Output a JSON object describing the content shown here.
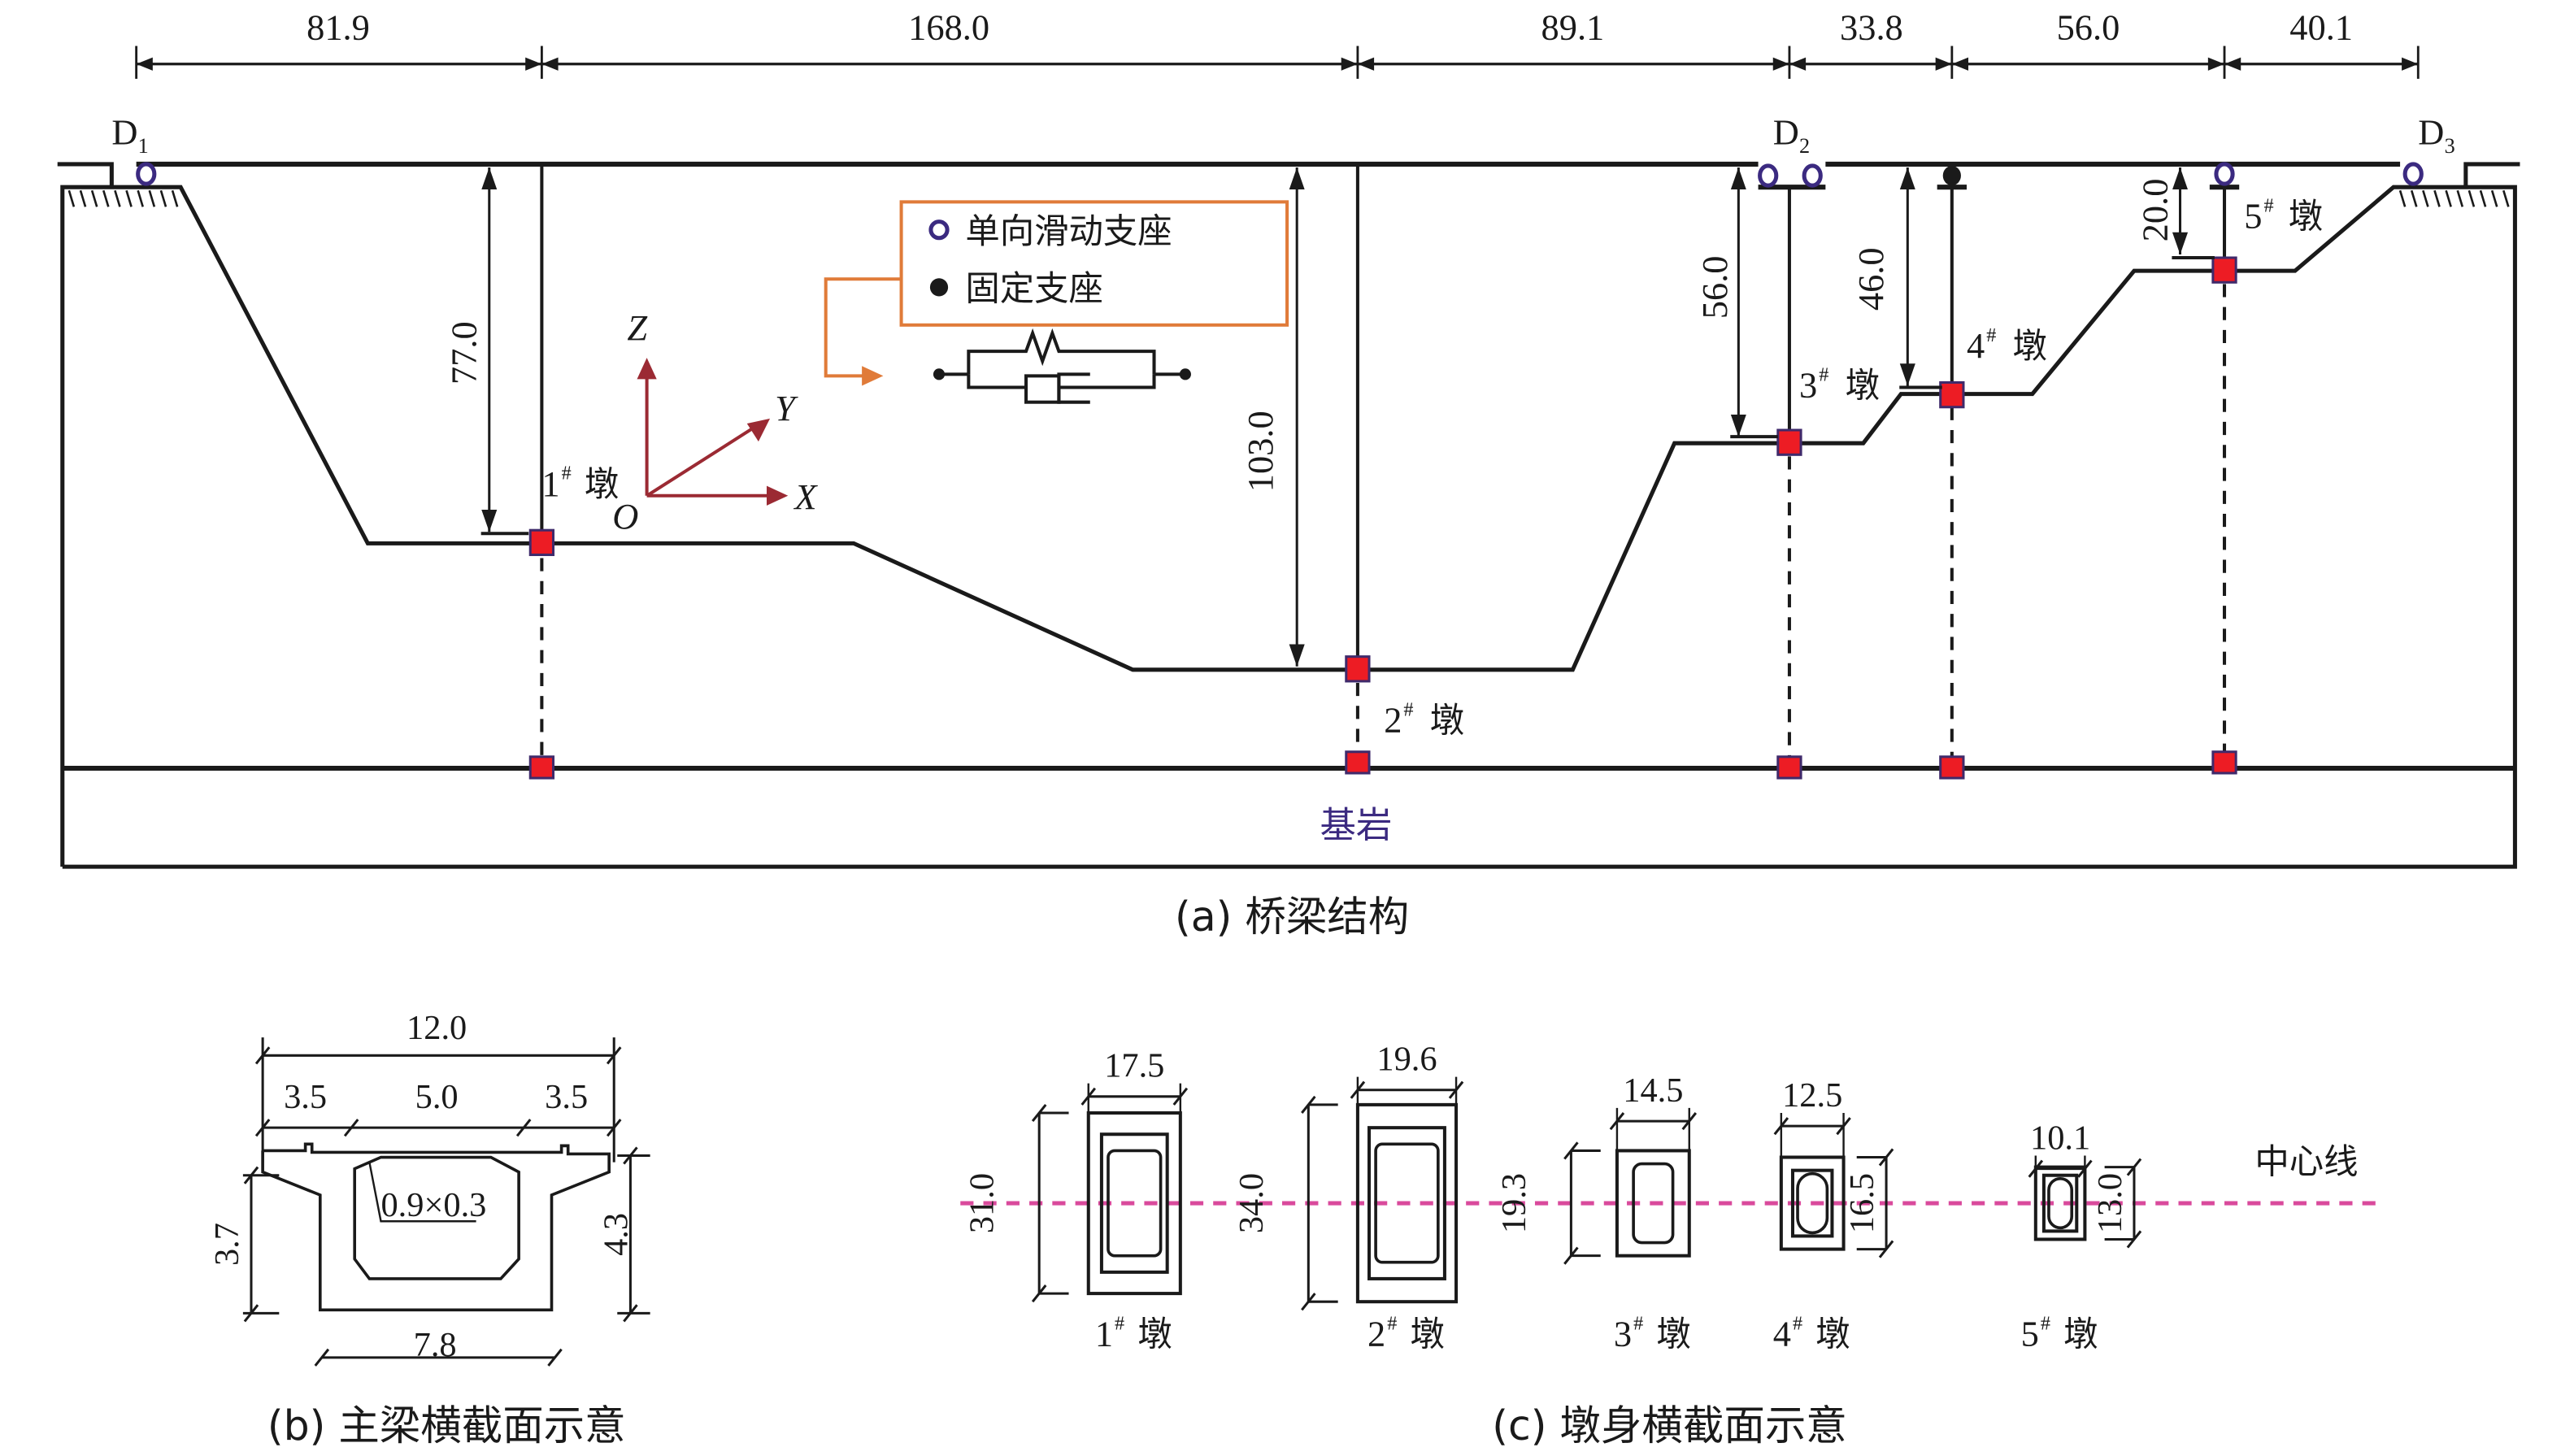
{
  "figure_a": {
    "caption": "(a) 桥梁结构",
    "span_dims": [
      "81.9",
      "168.0",
      "89.1",
      "33.8",
      "56.0",
      "40.1"
    ],
    "abutments": [
      "D",
      "D",
      "D"
    ],
    "abutment_subs": [
      "1",
      "2",
      "3"
    ],
    "pier_heights": {
      "p1": "77.0",
      "p2": "103.0",
      "p3": "56.0",
      "p4": "46.0",
      "p5": "20.0"
    },
    "pier_labels": [
      "1",
      "2",
      "3",
      "4",
      "5"
    ],
    "pier_sup": "#",
    "pier_word": "墩",
    "bedrock_label": "基岩",
    "legend": {
      "slide_label": "单向滑动支座",
      "fixed_label": "固定支座"
    },
    "axes": {
      "x": "X",
      "y": "Y",
      "z": "Z",
      "origin": "O"
    },
    "colors": {
      "node": "#ed1c24",
      "slide_bearing": "#3b2a80",
      "axis": "#9b2a33",
      "legend_border": "#e07b39",
      "bedrock_text": "#3b2a80"
    }
  },
  "figure_b": {
    "caption": "(b) 主梁横截面示意",
    "top_width": "12.0",
    "segments": [
      "3.5",
      "5.0",
      "3.5"
    ],
    "chamfer": "0.9×0.3",
    "left_height": "3.7",
    "right_height": "4.3",
    "bottom_width": "7.8"
  },
  "figure_c": {
    "caption": "(c) 墩身横截面示意",
    "centerline_label": "中心线",
    "centerline_color": "#d94a9c",
    "piers": [
      {
        "label": "1",
        "width": "17.5",
        "height": "31.0"
      },
      {
        "label": "2",
        "width": "19.6",
        "height": "34.0"
      },
      {
        "label": "3",
        "width": "14.5",
        "height": "19.3"
      },
      {
        "label": "4",
        "width": "12.5",
        "height": "16.5"
      },
      {
        "label": "5",
        "width": "10.1",
        "height": "13.0"
      }
    ]
  }
}
